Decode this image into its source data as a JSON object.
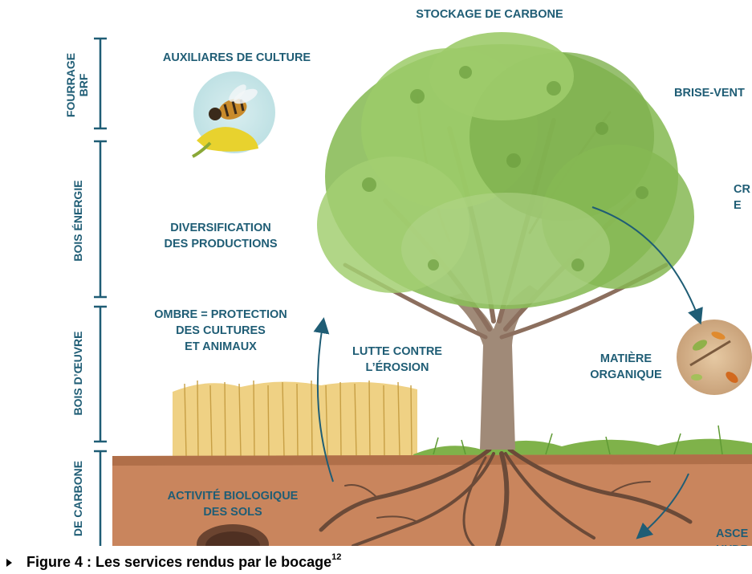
{
  "labels": {
    "top": "STOCKAGE DE CARBONE",
    "auxiliaires": "AUXILIARES DE CULTURE",
    "brise_vent": "BRISE-VENT",
    "diversification": "DIVERSIFICATION\nDES PRODUCTIONS",
    "ombre": "OMBRE = PROTECTION\nDES CULTURES\nET ANIMAUX",
    "erosion": "LUTTE CONTRE\nL’ÉROSION",
    "matiere": "MATIÈRE\nORGANIQUE",
    "activite": "ACTIVITÉ BIOLOGIQUE\nDES SOLS",
    "cr_fragment": "CR\nE",
    "asc_fragment": "ASCE\nHYDRA"
  },
  "side_scale": {
    "fourrage": "FOURRAGE\nBRF",
    "bois_energie": "BOIS ÉNERGIE",
    "bois_oeuvre": "BOIS D’ŒUVRE",
    "carbone": "DE CARBONE"
  },
  "caption": {
    "text": "Figure 4 : Les services rendus par le bocage",
    "superscript": "12"
  },
  "colors": {
    "label": "#1f5d75",
    "foliage": "#8bbd5a",
    "trunk": "#a08a78",
    "soil": "#c9855d",
    "wheat": "#e8c56a"
  }
}
